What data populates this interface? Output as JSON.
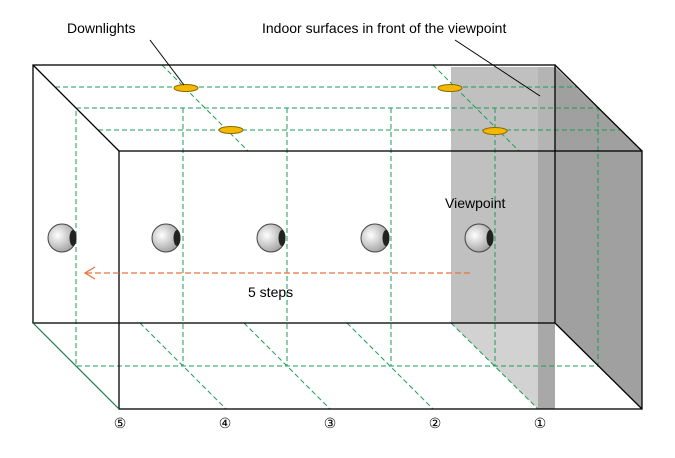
{
  "labels": {
    "downlights": "Downlights",
    "indoor_surfaces": "Indoor surfaces in front of the viewpoint",
    "viewpoint": "Viewpoint",
    "steps": "5 steps"
  },
  "positions": [
    "⑤",
    "④",
    "③",
    "②",
    "①"
  ],
  "colors": {
    "grid": "#1a9e5a",
    "arrow": "#e8743b",
    "light": "#f5b800",
    "shade_light": "#c0c0c0",
    "shade_dark": "#a0a0a0"
  }
}
